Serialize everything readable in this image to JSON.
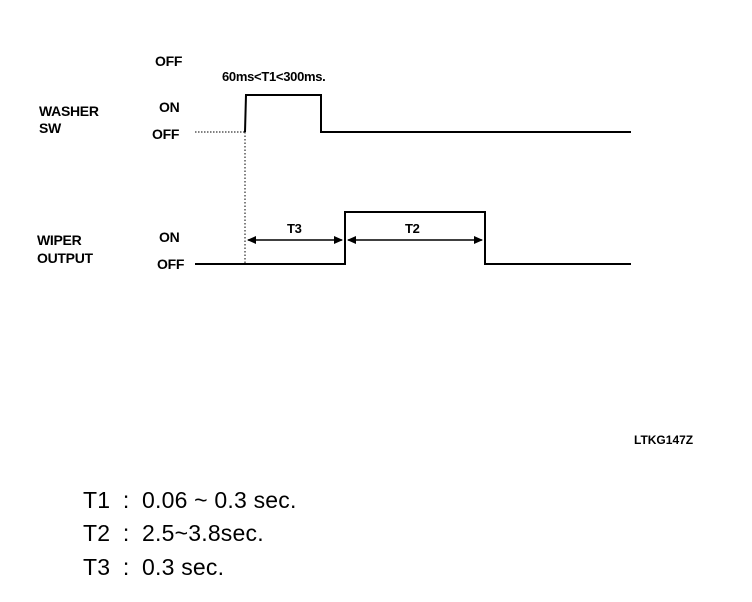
{
  "signals": {
    "washer": {
      "name_line1": "WASHER",
      "name_line2": "SW",
      "state_top": "OFF",
      "state_on": "ON",
      "state_off": "OFF"
    },
    "wiper": {
      "name_line1": "WIPER",
      "name_line2": "OUTPUT",
      "state_on": "ON",
      "state_off": "OFF"
    }
  },
  "annotations": {
    "t1_pulse": "60ms<T1<300ms.",
    "t3": "T3",
    "t2": "T2"
  },
  "figure_code": "LTKG147Z",
  "legend": [
    {
      "key": "T1",
      "sep": ":",
      "value": "0.06 ~ 0.3 sec."
    },
    {
      "key": "T2",
      "sep": ":",
      "value": "2.5~3.8sec."
    },
    {
      "key": "T3",
      "sep": ":",
      "value": "0.3 sec."
    }
  ]
}
